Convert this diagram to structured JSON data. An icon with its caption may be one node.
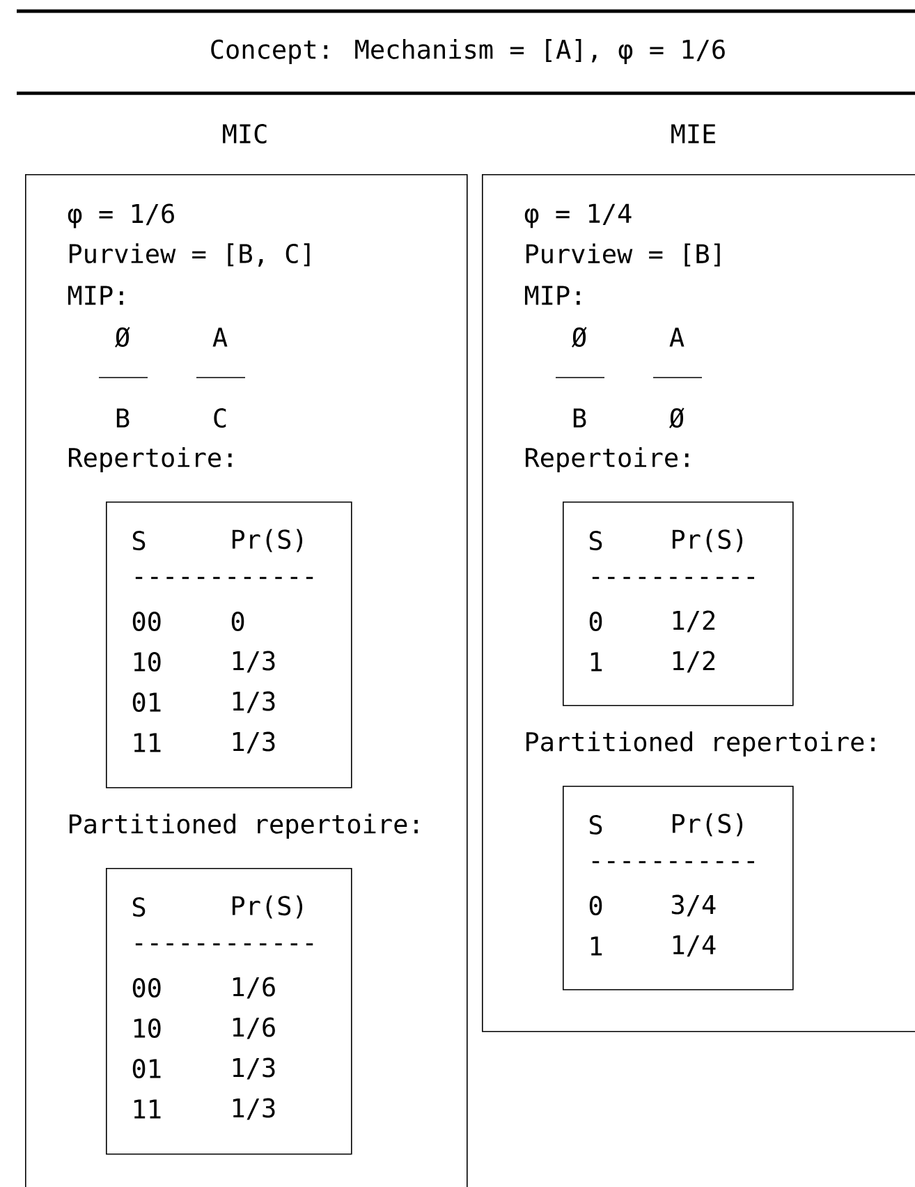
{
  "diagram": {
    "title": "Concept: Mechanism = [A], φ = 1/6",
    "nodes": [
      {
        "text": [
          "MIC",
          "φ = 1/6",
          "Purview = [B, C]",
          "MIP:",
          "Ø",
          "A",
          "B",
          "C",
          "Repertoire:",
          "Partitioned repertoire:"
        ]
      },
      {
        "text": [
          "S",
          "Pr(S)",
          "------------",
          "00",
          "0",
          "10",
          "1/3",
          "01",
          "1/3",
          "11",
          "1/3"
        ],
        "in": 0
      },
      {
        "text": [
          "S",
          "Pr(S)",
          "------------",
          "00",
          "1/6",
          "10",
          "1/6",
          "01",
          "1/3",
          "11",
          "1/3"
        ],
        "in": 0
      },
      {
        "text": [
          "MIE",
          "φ = 1/4",
          "Purview = [B]",
          "MIP:",
          "Ø",
          "A",
          "B",
          "Ø",
          "Repertoire:",
          "Partitioned repertoire:"
        ]
      },
      {
        "text": [
          "S",
          "Pr(S)",
          "-----------",
          "0",
          "1/2",
          "1",
          "1/2"
        ],
        "in": 3
      },
      {
        "text": [
          "S",
          "Pr(S)",
          "-----------",
          "0",
          "3/4",
          "1",
          "1/4"
        ],
        "in": 3
      }
    ]
  }
}
